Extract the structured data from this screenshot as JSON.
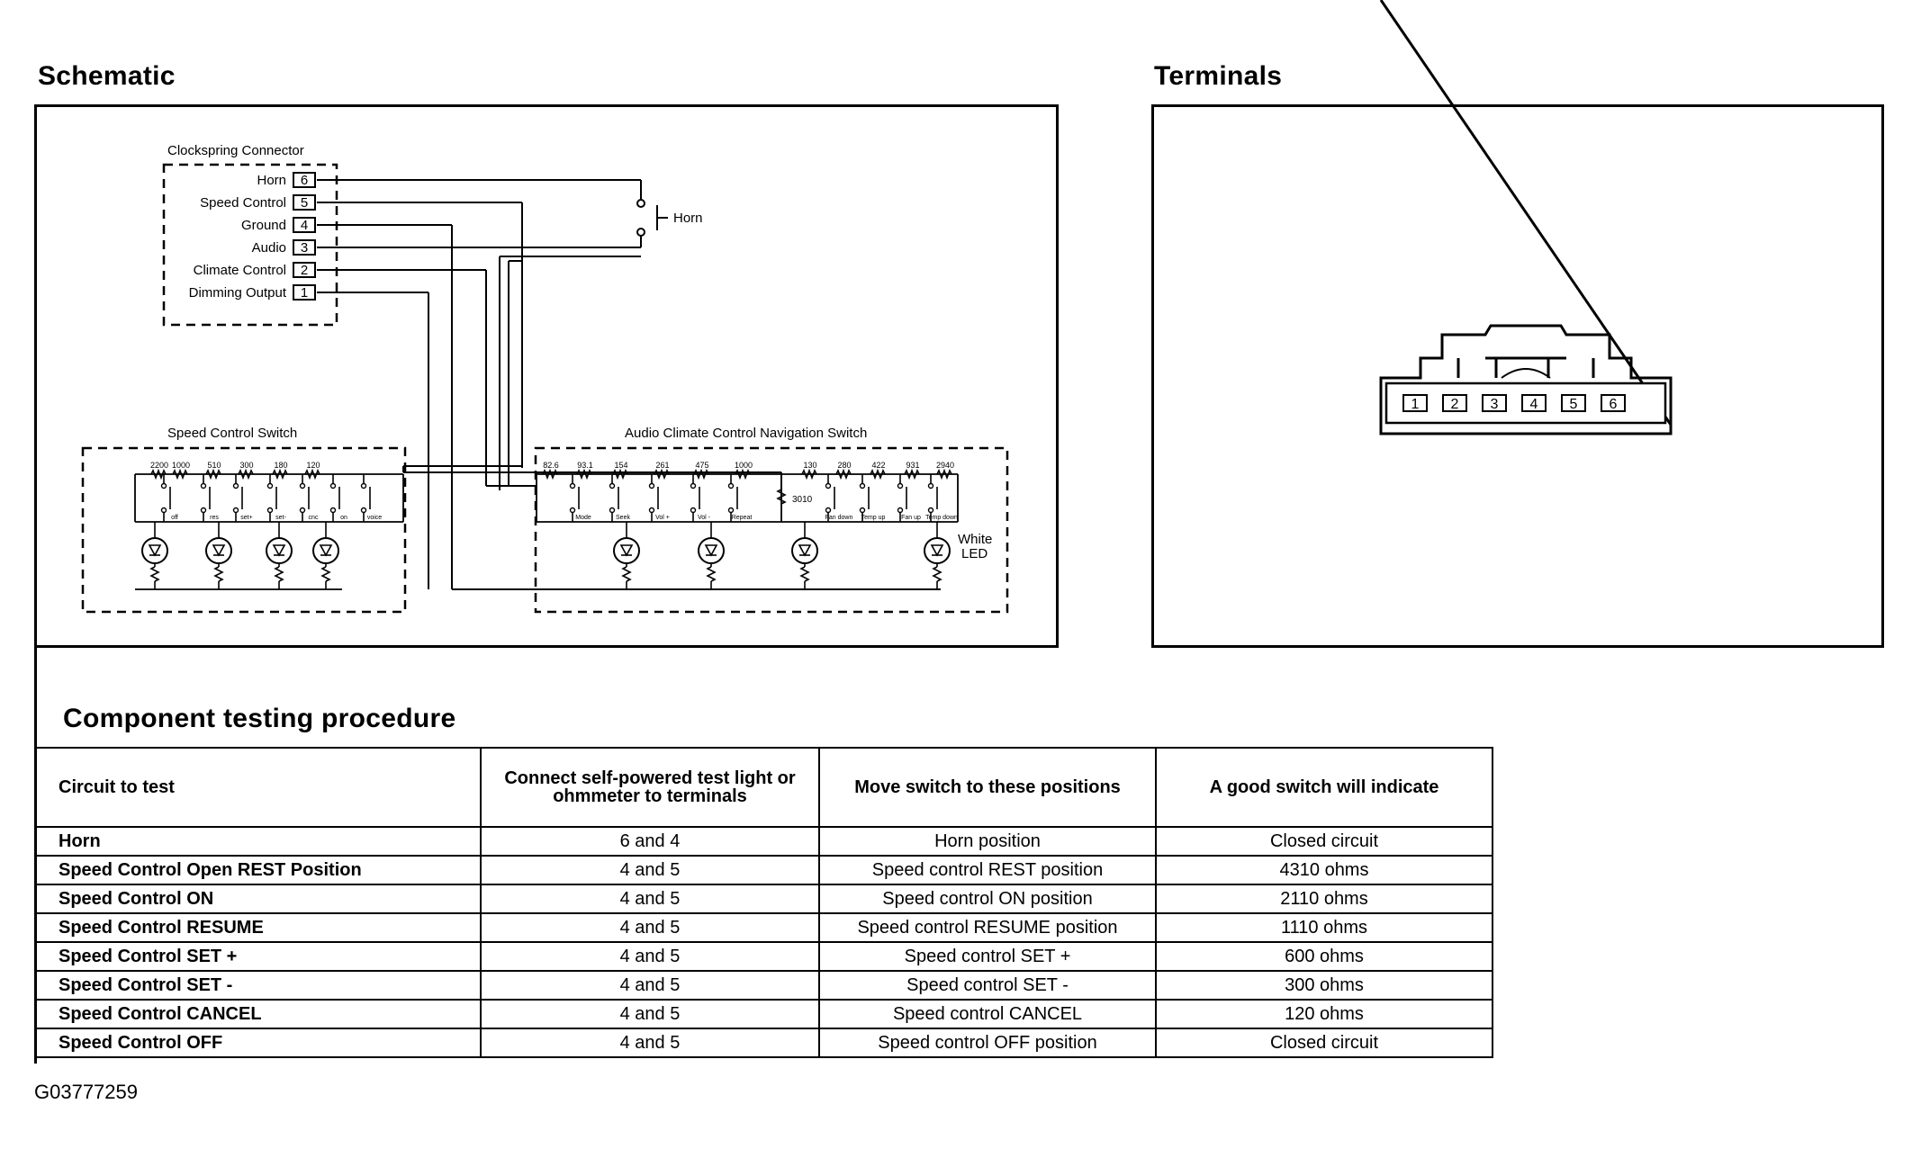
{
  "headings": {
    "schematic": "Schematic",
    "terminals": "Terminals",
    "procedure": "Component testing procedure"
  },
  "schematic": {
    "connector_title": "Clockspring Connector",
    "pins": [
      {
        "label": "Horn",
        "num": "6"
      },
      {
        "label": "Speed Control",
        "num": "5"
      },
      {
        "label": "Ground",
        "num": "4"
      },
      {
        "label": "Audio",
        "num": "3"
      },
      {
        "label": "Climate Control",
        "num": "2"
      },
      {
        "label": "Dimming Output",
        "num": "1"
      }
    ],
    "horn_label": "Horn",
    "speed_switch_title": "Speed Control Switch",
    "speed_resistors": [
      "2200",
      "1000",
      "510",
      "300",
      "180",
      "120"
    ],
    "speed_buttons": [
      "off",
      "res",
      "set+",
      "set-",
      "cnc",
      "on",
      "voice"
    ],
    "acn_switch_title": "Audio Climate Control Navigation Switch",
    "acn_resistors": [
      "82.6",
      "93.1",
      "154",
      "261",
      "475",
      "1000",
      "130",
      "280",
      "422",
      "931",
      "2940"
    ],
    "acn_buttons": [
      "Mode",
      "Seek",
      "Vol +",
      "Vol -",
      "Repeat",
      "Fan down",
      "Temp up",
      "Fan up",
      "Temp down"
    ],
    "acn_resistor_3010": "3010",
    "led_label_1": "White",
    "led_label_2": "LED"
  },
  "terminals": {
    "pins": [
      "1",
      "2",
      "3",
      "4",
      "5",
      "6"
    ]
  },
  "procedure": {
    "headers": [
      "Circuit to test",
      "Connect self-powered test light or ohmmeter to terminals",
      "Move switch to these positions",
      "A good switch will indicate"
    ],
    "rows": [
      [
        "Horn",
        "6 and 4",
        "Horn position",
        "Closed circuit"
      ],
      [
        "Speed Control Open REST Position",
        "4 and 5",
        "Speed control REST position",
        "4310 ohms"
      ],
      [
        "Speed Control ON",
        "4 and 5",
        "Speed control ON position",
        "2110 ohms"
      ],
      [
        "Speed Control RESUME",
        "4 and 5",
        "Speed control RESUME position",
        "1110 ohms"
      ],
      [
        "Speed Control SET +",
        "4 and 5",
        "Speed control SET +",
        "600 ohms"
      ],
      [
        "Speed Control SET -",
        "4 and 5",
        "Speed control SET -",
        "300 ohms"
      ],
      [
        "Speed Control CANCEL",
        "4 and 5",
        "Speed control CANCEL",
        "120 ohms"
      ],
      [
        "Speed Control OFF",
        "4 and 5",
        "Speed control OFF position",
        "Closed circuit"
      ]
    ]
  },
  "figure_code": "G03777259"
}
